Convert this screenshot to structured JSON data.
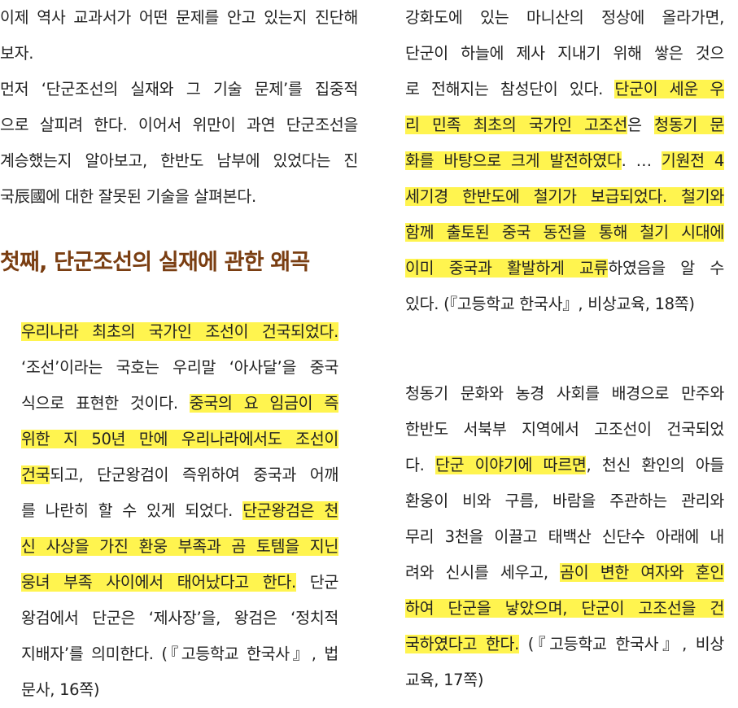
{
  "intro": {
    "lines": [
      "이제 역사 교과서가 어떤 문제를 안고 있는지 진단해",
      "보자.",
      "먼저 ‘단군조선의 실재와 그 기술 문제’를 집중적",
      "으로 살피려 한다. 이어서 위만이 과연 단군조선을",
      "계승했는지 알아보고, 한반도 남부에 있었다는 진",
      "국辰國에 대한 잘못된 기술을 살펴본다."
    ]
  },
  "section": {
    "heading": "첫째, 단군조선의 실재에 관한 왜곡"
  },
  "quote_left": {
    "l1": "우리나라 최초의 국가인 조선이 건국되었다.",
    "l2": "‘조선’이라는 국호는 우리말 ‘아사달’을 중국",
    "l3a": "식으로 표현한 것이다. ",
    "l3b": "중국의 요 임금이 즉",
    "l4": "위한 지 50년 만에 우리나라에서도 조선이",
    "l5a": "건국",
    "l5b": "되고, 단군왕검이 즉위하여 중국과 어깨",
    "l6a": "를 나란히 할 수 있게 되었다. ",
    "l6b": "단군왕검은 천",
    "l7": "신 사상을 가진 환웅 부족과 곰 토템을 지닌",
    "l8a": "웅녀 부족 사이에서 태어났다고 한다.",
    "l8b": " 단군",
    "l9": "왕검에서 단군은 ‘제사장’을, 왕검은 ‘정치적",
    "l10": "지배자’를 의미한다. (『고등학교 한국사』, 법",
    "l11": "문사, 16쪽)"
  },
  "quote_right_1": {
    "l1": "강화도에 있는 마니산의 정상에 올라가면,",
    "l2": "단군이 하늘에 제사 지내기 위해 쌓은 것으",
    "l3a": "로 전해지는 참성단이 있다. ",
    "l3b": "단군이 세운 우",
    "l4a": "리 민족 최초의 국가인 고조선",
    "l4b": "은 ",
    "l4c": "청동기 문",
    "l5a": "화를 바탕으로 크게 발전하였다",
    "l5b": ". … ",
    "l5c": "기원전 4",
    "l6": "세기경 한반도에 철기가 보급되었다. 철기와",
    "l7": "함께 출토된 중국 동전을 통해 철기 시대에",
    "l8a": "이미 중국과 활발하게 교류",
    "l8b": "하였음을 알 수",
    "l9": "있다. (『고등학교 한국사』, 비상교육, 18쪽)"
  },
  "quote_right_2": {
    "l1": "청동기 문화와 농경 사회를 배경으로 만주와",
    "l2": "한반도 서북부 지역에서 고조선이 건국되었",
    "l3a": "다. ",
    "l3b": "단군 이야기에 따르면",
    "l3c": ", 천신 환인의 아들",
    "l4": "환웅이 비와 구름, 바람을 주관하는 관리와",
    "l5": "무리 3천을 이끌고 태백산 신단수 아래에 내",
    "l6a": "려와 신시를 세우고, ",
    "l6b": "곰이 변한 여자와 혼인",
    "l7": "하여 단군을 낳았으며, 단군이 고조선을 건",
    "l8a": "국하였다고 한다.",
    "l8b": " (『고등학교 한국사』, 비상",
    "l9": "교육, 17쪽)"
  },
  "colors": {
    "highlight": "#fff44f",
    "heading": "#7a3e12",
    "text": "#222222"
  }
}
